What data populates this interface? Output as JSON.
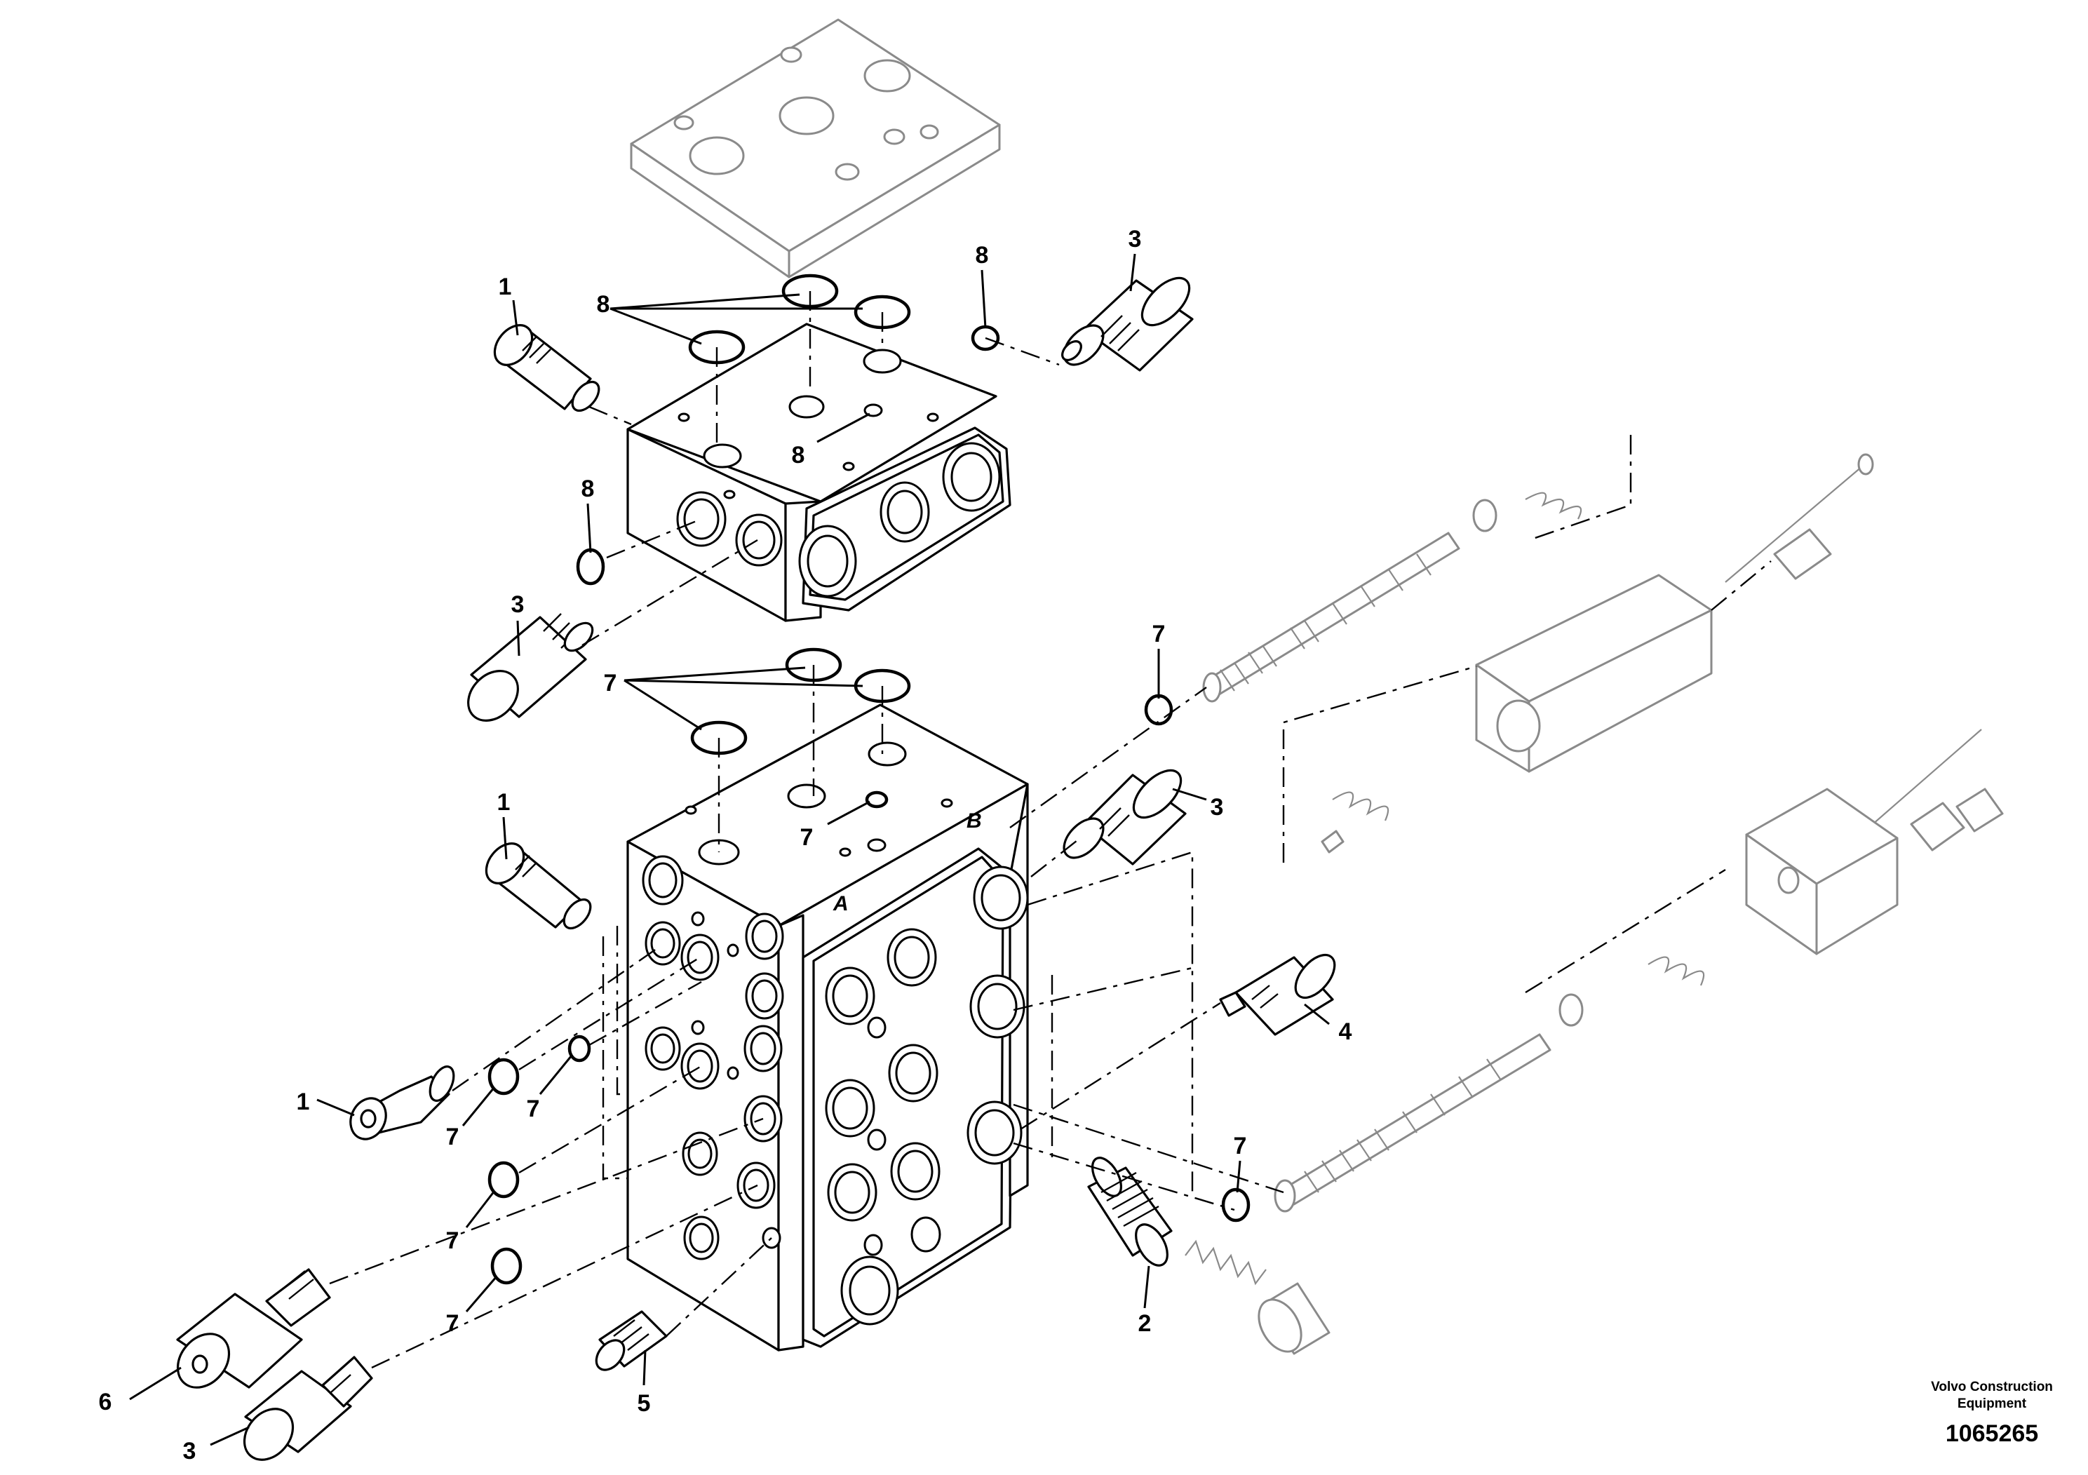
{
  "callouts": {
    "c1a": "1",
    "c8a": "8",
    "c8b": "8",
    "c3a": "3",
    "c8c": "8",
    "c8d": "8",
    "c3b": "3",
    "c7a": "7",
    "c7b": "7",
    "c1b": "1",
    "c3c": "3",
    "c7c": "7",
    "c4": "4",
    "c1c": "1",
    "c7d": "7",
    "c7e": "7",
    "c7f": "7",
    "c7g": "7",
    "c7h": "7",
    "c2": "2",
    "c6": "6",
    "c5": "5",
    "c3d": "3"
  },
  "ports": {
    "a": "A",
    "b": "B"
  },
  "footer": {
    "company_line1": "Volvo Construction",
    "company_line2": "Equipment",
    "drawing_number": "1065265"
  }
}
